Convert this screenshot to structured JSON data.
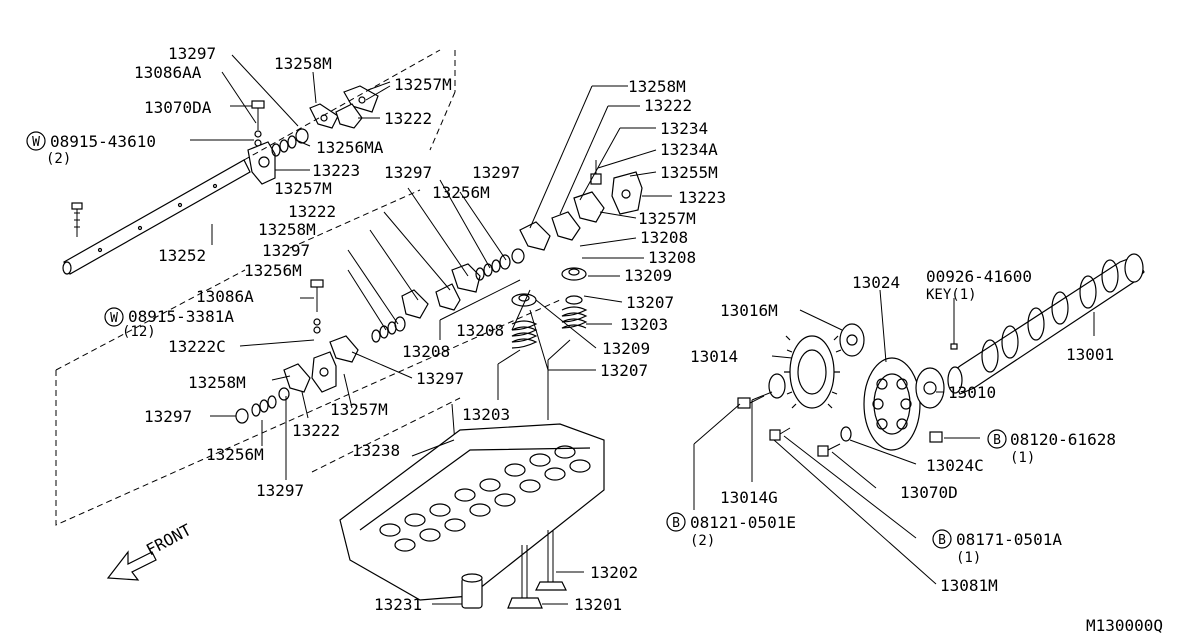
{
  "labels": {
    "p13297_a": "13297",
    "p13086AA": "13086AA",
    "p13258M_a": "13258M",
    "p13257M_a": "13257M",
    "p13070DA": "13070DA",
    "p13222_a": "13222",
    "w08915_43610": "08915-43610",
    "w08915_43610_qty": "(2)",
    "p13256MA": "13256MA",
    "p13223_a": "13223",
    "p13297_b": "13297",
    "p13257M_b": "13257M",
    "p13256M_a": "13256M",
    "p13297_c": "13297",
    "p13222_b": "13222",
    "p13258M_b": "13258M",
    "p13252": "13252",
    "p13297_d": "13297",
    "p13256M_b": "13256M",
    "p13086A": "13086A",
    "w08915_3381A": "08915-3381A",
    "w08915_3381A_qty": "(12)",
    "p13222C": "13222C",
    "p13208_a": "13208",
    "p13258M_c": "13258M",
    "p13297_e": "13297",
    "p13257M_c": "13257M",
    "p13297_f": "13297",
    "p13222_c": "13222",
    "p13256M_c": "13256M",
    "p13297_g": "13297",
    "p13238": "13238",
    "p13258M_d": "13258M",
    "p13222_d": "13222",
    "p13234": "13234",
    "p13234A": "13234A",
    "p13255M": "13255M",
    "p13223_b": "13223",
    "p13257M_d": "13257M",
    "p13208_b": "13208",
    "p13208_c": "13208",
    "p13209_a": "13209",
    "p13207_a": "13207",
    "p13203_a": "13203",
    "p13208_d": "13208",
    "p13209_b": "13209",
    "p13207_b": "13207",
    "p13203_b": "13203",
    "p13024": "13024",
    "p00926_41600": "00926-41600",
    "key_qty": "KEY(1)",
    "p13016M": "13016M",
    "p13001": "13001",
    "p13014": "13014",
    "p13010": "13010",
    "b08120_61628": "08120-61628",
    "b08120_61628_qty": "(1)",
    "p13024C": "13024C",
    "p13070D": "13070D",
    "p13014G": "13014G",
    "b08121_0501E": "08121-0501E",
    "b08121_0501E_qty": "(2)",
    "b08171_0501A": "08171-0501A",
    "b08171_0501A_qty": "(1)",
    "p13202": "13202",
    "p13231": "13231",
    "p13201": "13201",
    "p13081M": "13081M",
    "front": "FRONT",
    "code": "M130000Q"
  },
  "circle_letters": {
    "w": "W",
    "b": "B"
  }
}
